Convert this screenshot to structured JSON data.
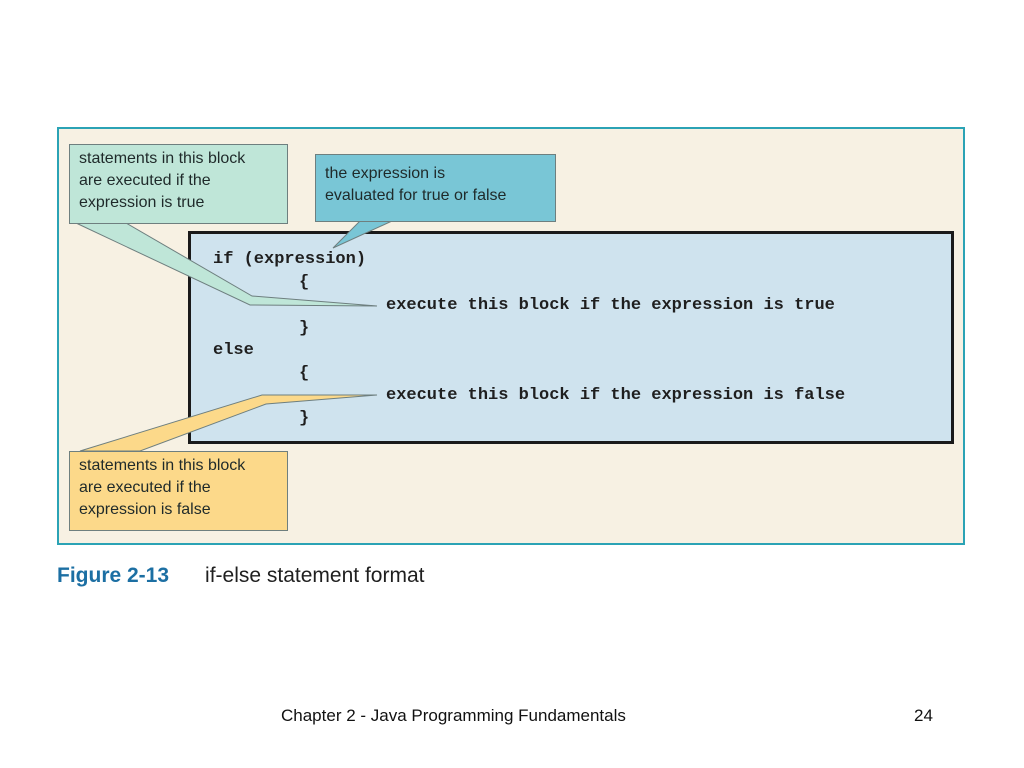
{
  "figure": {
    "callouts": {
      "true_block": [
        "statements in this block",
        "are executed if the",
        "expression is true"
      ],
      "expression": [
        "the expression is",
        "evaluated for true or false"
      ],
      "false_block": [
        "statements in this block",
        "are executed if the",
        "expression is false"
      ]
    },
    "code": {
      "if_line": "if (expression)",
      "open_brace_1": "{",
      "true_body": "execute this block if the expression is true",
      "close_brace_1": "}",
      "else_line": "else",
      "open_brace_2": "{",
      "false_body": "execute this block if the expression is false",
      "close_brace_2": "}"
    },
    "caption": {
      "label": "Figure 2-13",
      "text": "if-else statement format"
    },
    "colors": {
      "frame_border": "#2ba3b5",
      "frame_background": "#f7f1e3",
      "code_background": "#cfe3ee",
      "callout_true": "#bfe6d8",
      "callout_expression": "#79c6d6",
      "callout_false": "#fcd98a",
      "caption_label": "#1c6fa3"
    }
  },
  "footer": {
    "title": "Chapter 2 - Java Programming Fundamentals",
    "page_number": "24"
  }
}
